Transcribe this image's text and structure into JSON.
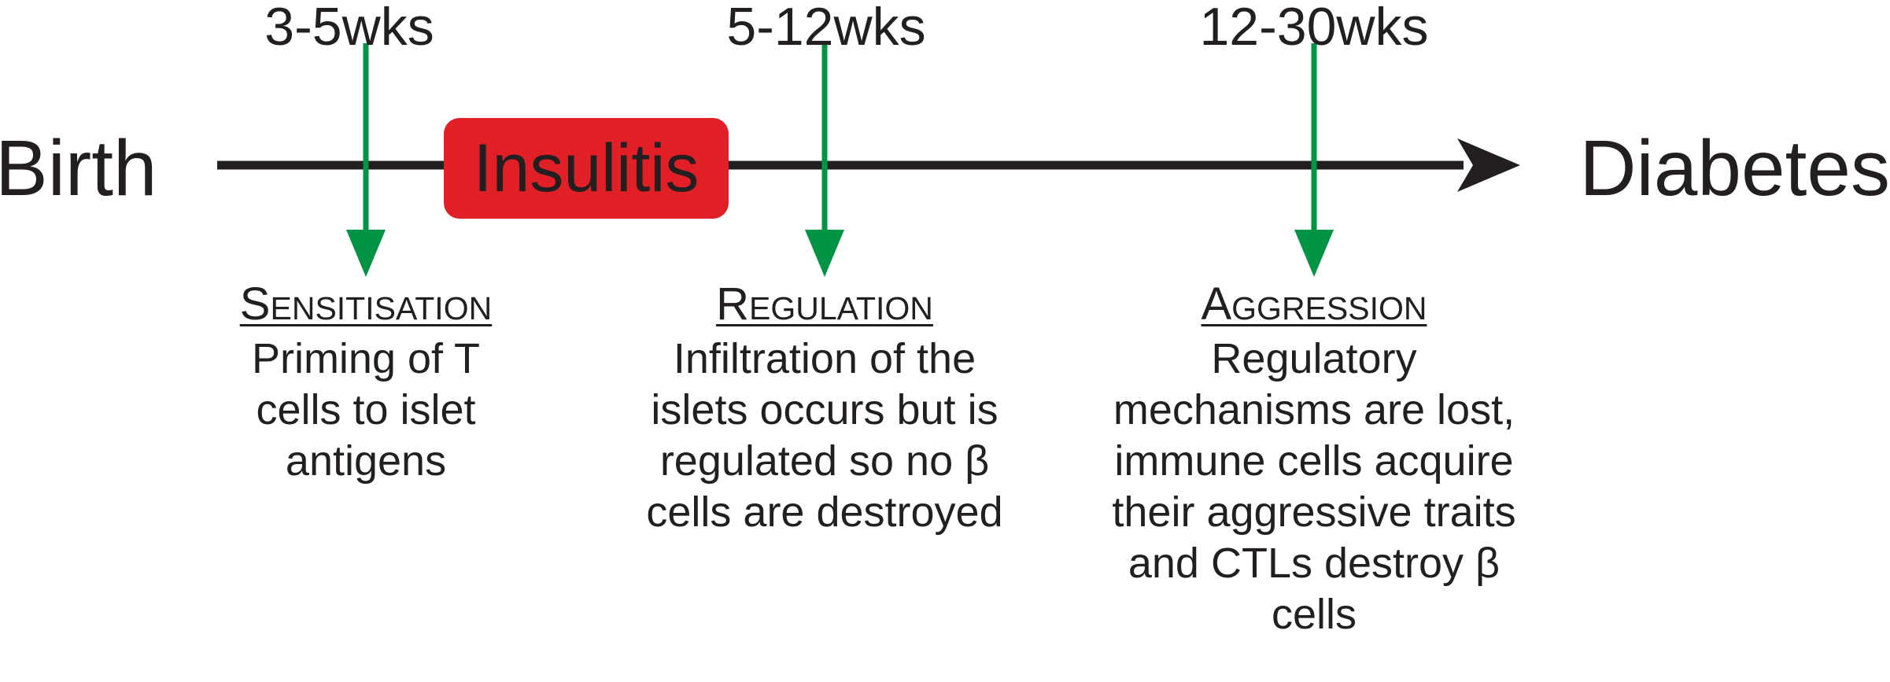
{
  "timeline": {
    "start_label": "Birth",
    "end_label": "Diabetes",
    "insulitis_label": "Insulitis",
    "colors": {
      "axis": "#231f20",
      "arrows": "#009444",
      "insulitis": "#e11f26"
    }
  },
  "phases": [
    {
      "time": "3-5wks",
      "title": "Sensitisation",
      "description_lines": [
        "Priming of T",
        "cells to islet",
        "antigens"
      ]
    },
    {
      "time": "5-12wks",
      "title": "Regulation",
      "description_lines": [
        "Infiltration of the",
        "islets occurs but is",
        "regulated so no β",
        "cells are destroyed"
      ]
    },
    {
      "time": "12-30wks",
      "title": "Aggression",
      "description_lines": [
        "Regulatory",
        "mechanisms are lost,",
        "immune cells acquire",
        "their aggressive traits",
        "and CTLs destroy β",
        "cells"
      ]
    }
  ]
}
